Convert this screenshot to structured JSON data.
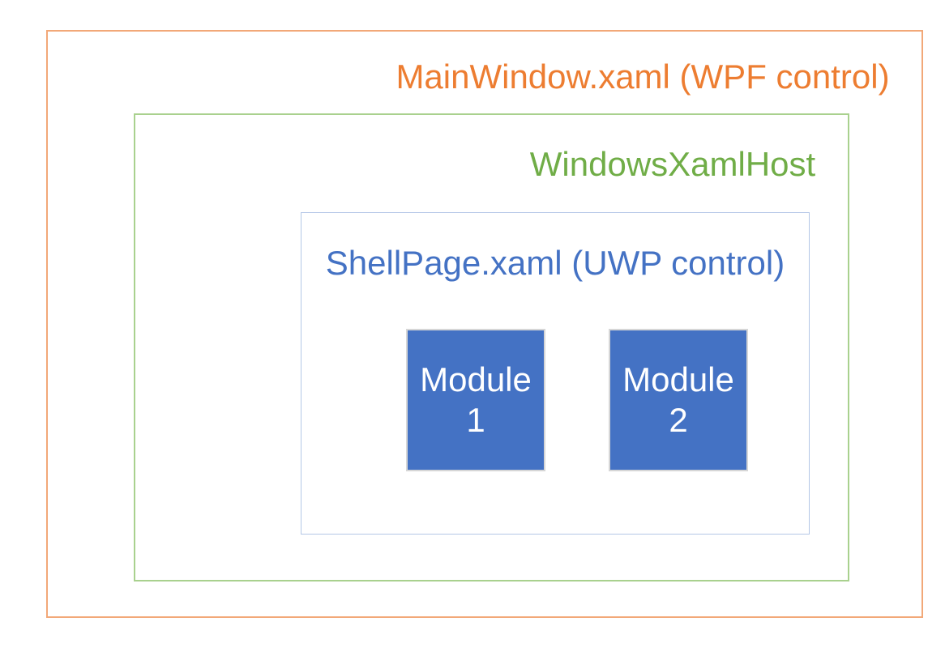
{
  "page": {
    "background_color": "#FFFFFF"
  },
  "diagram": {
    "boxes": {
      "mainwindow": {
        "label": "MainWindow.xaml (WPF control)",
        "text_color": "#ED7D31",
        "border_color": "#F2A878"
      },
      "xamlhost": {
        "label": "WindowsXamlHost",
        "text_color": "#70AD47",
        "border_color": "#A9D18E"
      },
      "shellpage": {
        "label": "ShellPage.xaml (UWP control)",
        "text_color": "#4472C4",
        "border_color": "#B4C7E7"
      }
    },
    "modules": [
      {
        "name": "Module",
        "number": "1"
      },
      {
        "name": "Module",
        "number": "2"
      }
    ],
    "module_style": {
      "fill_color": "#4472C4",
      "border_color": "#D6D6D6",
      "text_color": "#FFFFFF"
    }
  }
}
